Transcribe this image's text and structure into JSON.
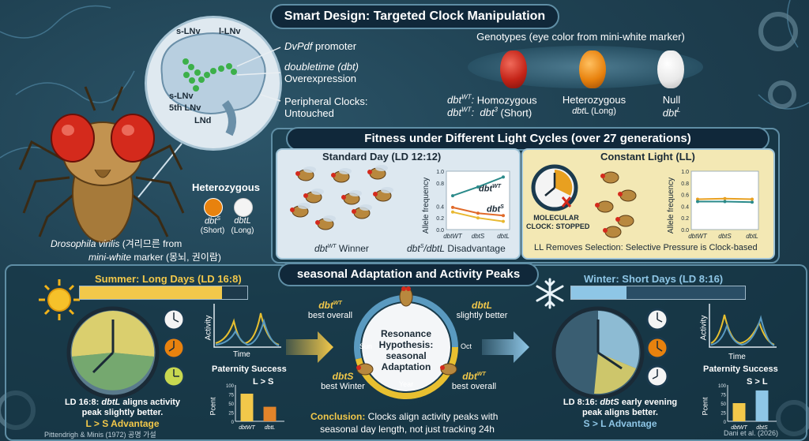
{
  "title": "Smart Design: Targeted Clock Manipulation",
  "brain": {
    "labels": {
      "slnv_top": "s-LNv",
      "llnv": "l-LNv",
      "slnv_mid": "s-LNv",
      "fifth_lnv": "5th LNv",
      "lnd": "LNd"
    },
    "callouts": {
      "promoter_italic": "DvPdf",
      "promoter_rest": " promoter",
      "overexp_italic": "doubletime (dbt)",
      "overexp_rest": "Overexpression",
      "peripheral_line1": "Peripheral Clocks:",
      "peripheral_line2": "Untouched"
    }
  },
  "genotypes": {
    "header": "Genotypes (eye color from mini-white marker)",
    "homozygous": "Homozygous",
    "heterozygous": "Heterozygous",
    "null": "Null",
    "wt_label": "dbtWT:",
    "s_line": "dbtWT:  dbt3 (Short)",
    "het_sub": "dbtL (Long)",
    "null_sub": "dbtL",
    "colors": {
      "red": "#c42418",
      "orange": "#e8820e",
      "white": "#f2f2f2"
    }
  },
  "fly_left": {
    "heterozygous_label": "Heterozygous",
    "dbts": "dbtS",
    "dbts_sub": "(Short)",
    "dbtl": "dbtL",
    "dbtl_sub": "(Long)",
    "caption_line1_italic": "Drosophila virilis",
    "caption_line1_rest": " (겨리므른 from",
    "caption_line2_italic": "mini-white",
    "caption_line2_rest": " marker (몽뇌, 권이람)"
  },
  "fitness": {
    "title": "Fitness under Different Light Cycles (over 27 generations)",
    "standard": {
      "title": "Standard Day (LD 12:12)",
      "winner": "dbtWT Winner",
      "disadvantage": "dbtS/dbtL Disadvantage",
      "ylabel": "Allele frequency",
      "line_wt": "dbtWT",
      "line_s": "dbtS"
    },
    "constant": {
      "title": "Constant Light (LL)",
      "molecular": "MOLECULAR",
      "stopped": "CLOCK: STOPPED",
      "footer": "LL Removes Selection: Selective Pressure is Clock-based",
      "ylabel": "Allele frequency"
    }
  },
  "chart_data": [
    {
      "type": "line",
      "title": "",
      "ylabel": "Allele frequency",
      "categories": [
        "dbtWT",
        "dbtS",
        "dbtL"
      ],
      "ylim": [
        0,
        1
      ],
      "yticks": [
        "1.0",
        "0.8",
        "0.4",
        "0.2",
        "0.0"
      ],
      "series": [
        {
          "name": "dbtWT",
          "values": [
            0.58,
            0.73,
            0.9
          ],
          "color": "#2a8a8a"
        },
        {
          "name": "dbtS",
          "values": [
            0.38,
            0.28,
            0.24
          ],
          "color": "#e06a2a"
        },
        {
          "values": [
            0.3,
            0.2,
            0.14
          ],
          "color": "#e8b830"
        }
      ]
    },
    {
      "type": "line",
      "title": "",
      "ylabel": "Allele frequency",
      "categories": [
        "dbtWT",
        "dbtS",
        "dbtL"
      ],
      "ylim": [
        0,
        1
      ],
      "yticks": [
        "1.0",
        "0.8",
        "0.6",
        "0.4",
        "0.2",
        "0.0"
      ],
      "series": [
        {
          "values": [
            0.52,
            0.53,
            0.52
          ],
          "color": "#e8a020"
        },
        {
          "values": [
            0.48,
            0.48,
            0.47
          ],
          "color": "#2a8a8a"
        }
      ]
    },
    {
      "type": "bar",
      "title": "Paternity Success",
      "ylabel": "Pcent",
      "categories": [
        "dbtWT",
        "dbtL"
      ],
      "values": [
        76,
        40
      ],
      "yticks": [
        "100",
        "75",
        "50",
        "25",
        "0"
      ],
      "ylim": [
        0,
        100
      ],
      "annotation": "L > S",
      "colors": [
        "#f2c84a",
        "#e2842a"
      ]
    },
    {
      "type": "bar",
      "title": "Paternity Success",
      "ylabel": "Pcent",
      "categories": [
        "dbtWT",
        "dbtS"
      ],
      "values": [
        50,
        85
      ],
      "yticks": [
        "100",
        "75",
        "50",
        "25",
        "0"
      ],
      "ylim": [
        0,
        100
      ],
      "annotation": "S > L",
      "colors": [
        "#f2c84a",
        "#8ec6e6"
      ]
    }
  ],
  "seasonal": {
    "title": "seasonal Adaptation and Activity Peaks",
    "summer": {
      "title": "Summer: Long Days (LD 16:8)",
      "activity": "Activity",
      "time": "Time",
      "paternity": "Paternity Success",
      "caption_line1": "LD 16:8: dbtL aligns activity",
      "caption_line2": "peak slightly better.",
      "advantage": "L > S Advantage",
      "day_fraction": 0.85
    },
    "winter": {
      "title": "Winter: Short Days (LD 8:16)",
      "activity": "Activity",
      "time": "Time",
      "paternity": "Paternity Success",
      "caption_line1": "LD 8:16: dbtS early evening",
      "caption_line2": "peak aligns better.",
      "advantage": "S > L Advantage",
      "day_fraction": 0.32
    },
    "center": {
      "wt_top": "dbtWT",
      "wt_top_sub": "best overall",
      "l_top": "dbtL",
      "l_top_sub": "slightly better",
      "s_bottom": "dbtS",
      "s_bottom_sub": "best Winter",
      "wt_bottom": "dbtWT",
      "wt_bottom_sub": "best overall",
      "hyp1": "Resonance",
      "hyp2": "Hypothesis:",
      "hyp3": "seasonal",
      "hyp4": "Adaptation",
      "sun": "Sun",
      "oct": "Oct",
      "year": "Year"
    },
    "conclusion_bold": "Conclusion:",
    "conclusion_rest": " Clocks align activity peaks with",
    "conclusion_line2": "seasonal day length, not just tracking 24h"
  },
  "credits": {
    "left": "Pittendrigh & Minis (1972) 공명 가설",
    "right": "Dani et al. (2026)"
  }
}
